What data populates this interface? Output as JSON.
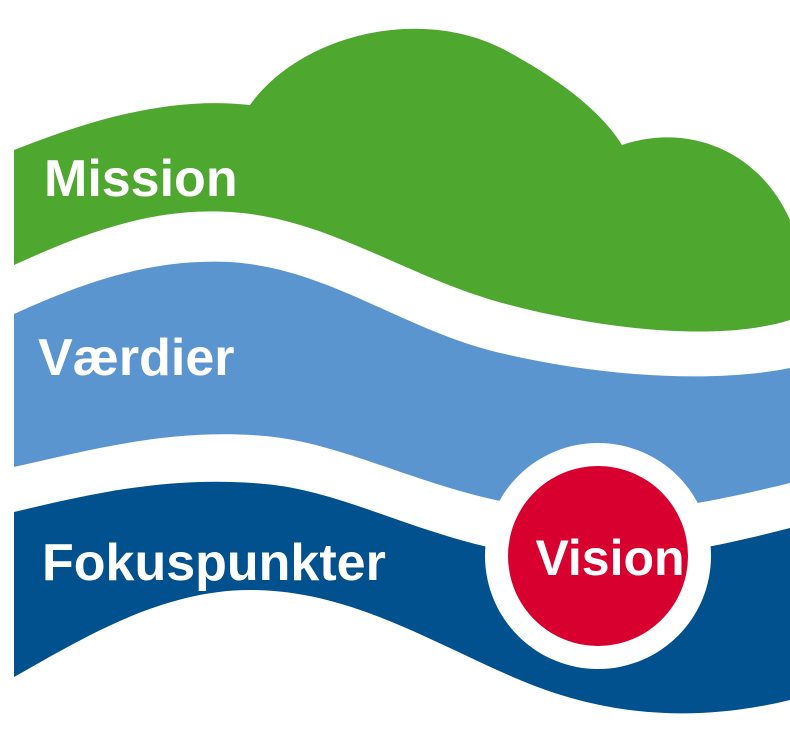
{
  "labels": {
    "mission": "Mission",
    "vaerdier": "Værdier",
    "fokuspunkter": "Fokuspunkter",
    "vision": "Vision"
  },
  "colors": {
    "mission": "#4ea72e",
    "vaerdier": "#5b95cf",
    "fokuspunkter": "#00518e",
    "vision": "#d7002f",
    "separator": "#ffffff"
  }
}
